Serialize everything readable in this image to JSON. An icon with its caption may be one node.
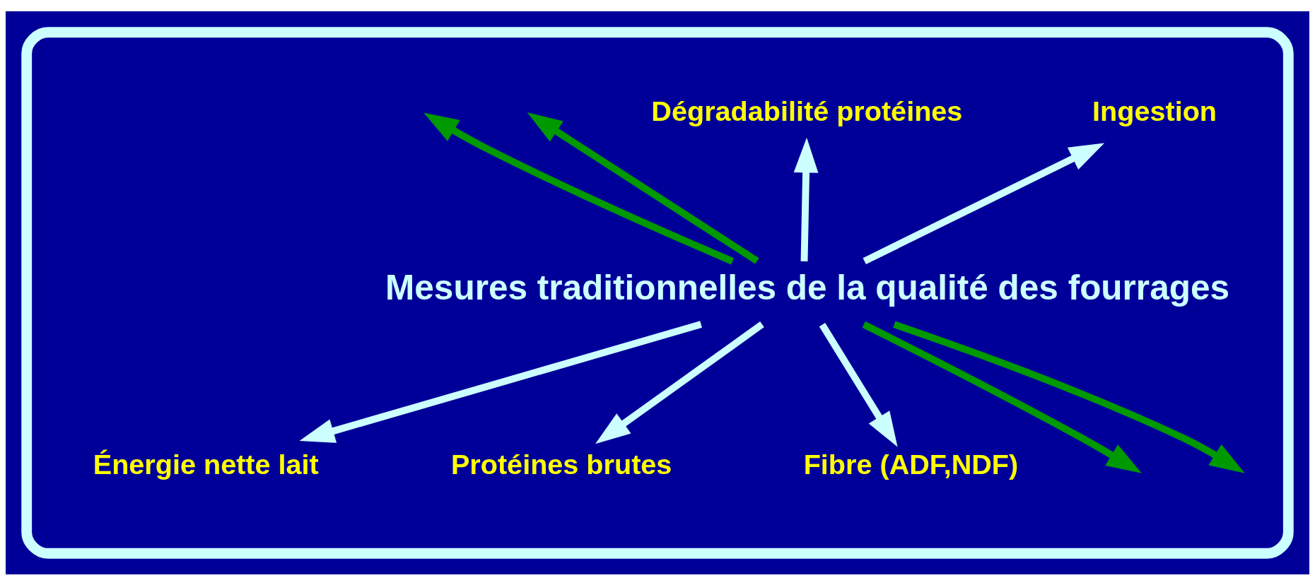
{
  "diagram": {
    "nodes": [
      {
        "text": [],
        "shape": "ellipse"
      },
      {
        "text": [
          "Ingestion"
        ],
        "in": 0
      },
      {
        "text": [
          "Dégradabilité protéines"
        ],
        "in": 0
      },
      {
        "text": [
          "Énergie nette lait"
        ],
        "in": 0
      },
      {
        "text": [
          "Mesures traditionnelles de la qualité des fourrages"
        ],
        "in": 0
      },
      {
        "text": [
          "Protéines brutes"
        ],
        "in": 0
      },
      {
        "text": [
          "Fibre (ADF,NDF)"
        ],
        "in": 0
      }
    ],
    "edges": [
      {
        "from": 4,
        "to": 1,
        "arrow": "to"
      },
      {
        "from": 4,
        "to": 2,
        "arrow": "to"
      },
      {
        "from": 4,
        "to": 3,
        "arrow": "to"
      },
      {
        "from": 4,
        "to": 5,
        "arrow": "to"
      },
      {
        "from": 4,
        "to": 6,
        "arrow": "to"
      },
      {
        "from": 4,
        "to": null,
        "arrow": "to",
        "color": "#009900"
      },
      {
        "from": 4,
        "to": null,
        "arrow": "to",
        "color": "#009900"
      },
      {
        "from": 4,
        "to": null,
        "arrow": "to",
        "color": "#009900"
      },
      {
        "from": 4,
        "to": null,
        "arrow": "to",
        "color": "#009900"
      }
    ]
  }
}
